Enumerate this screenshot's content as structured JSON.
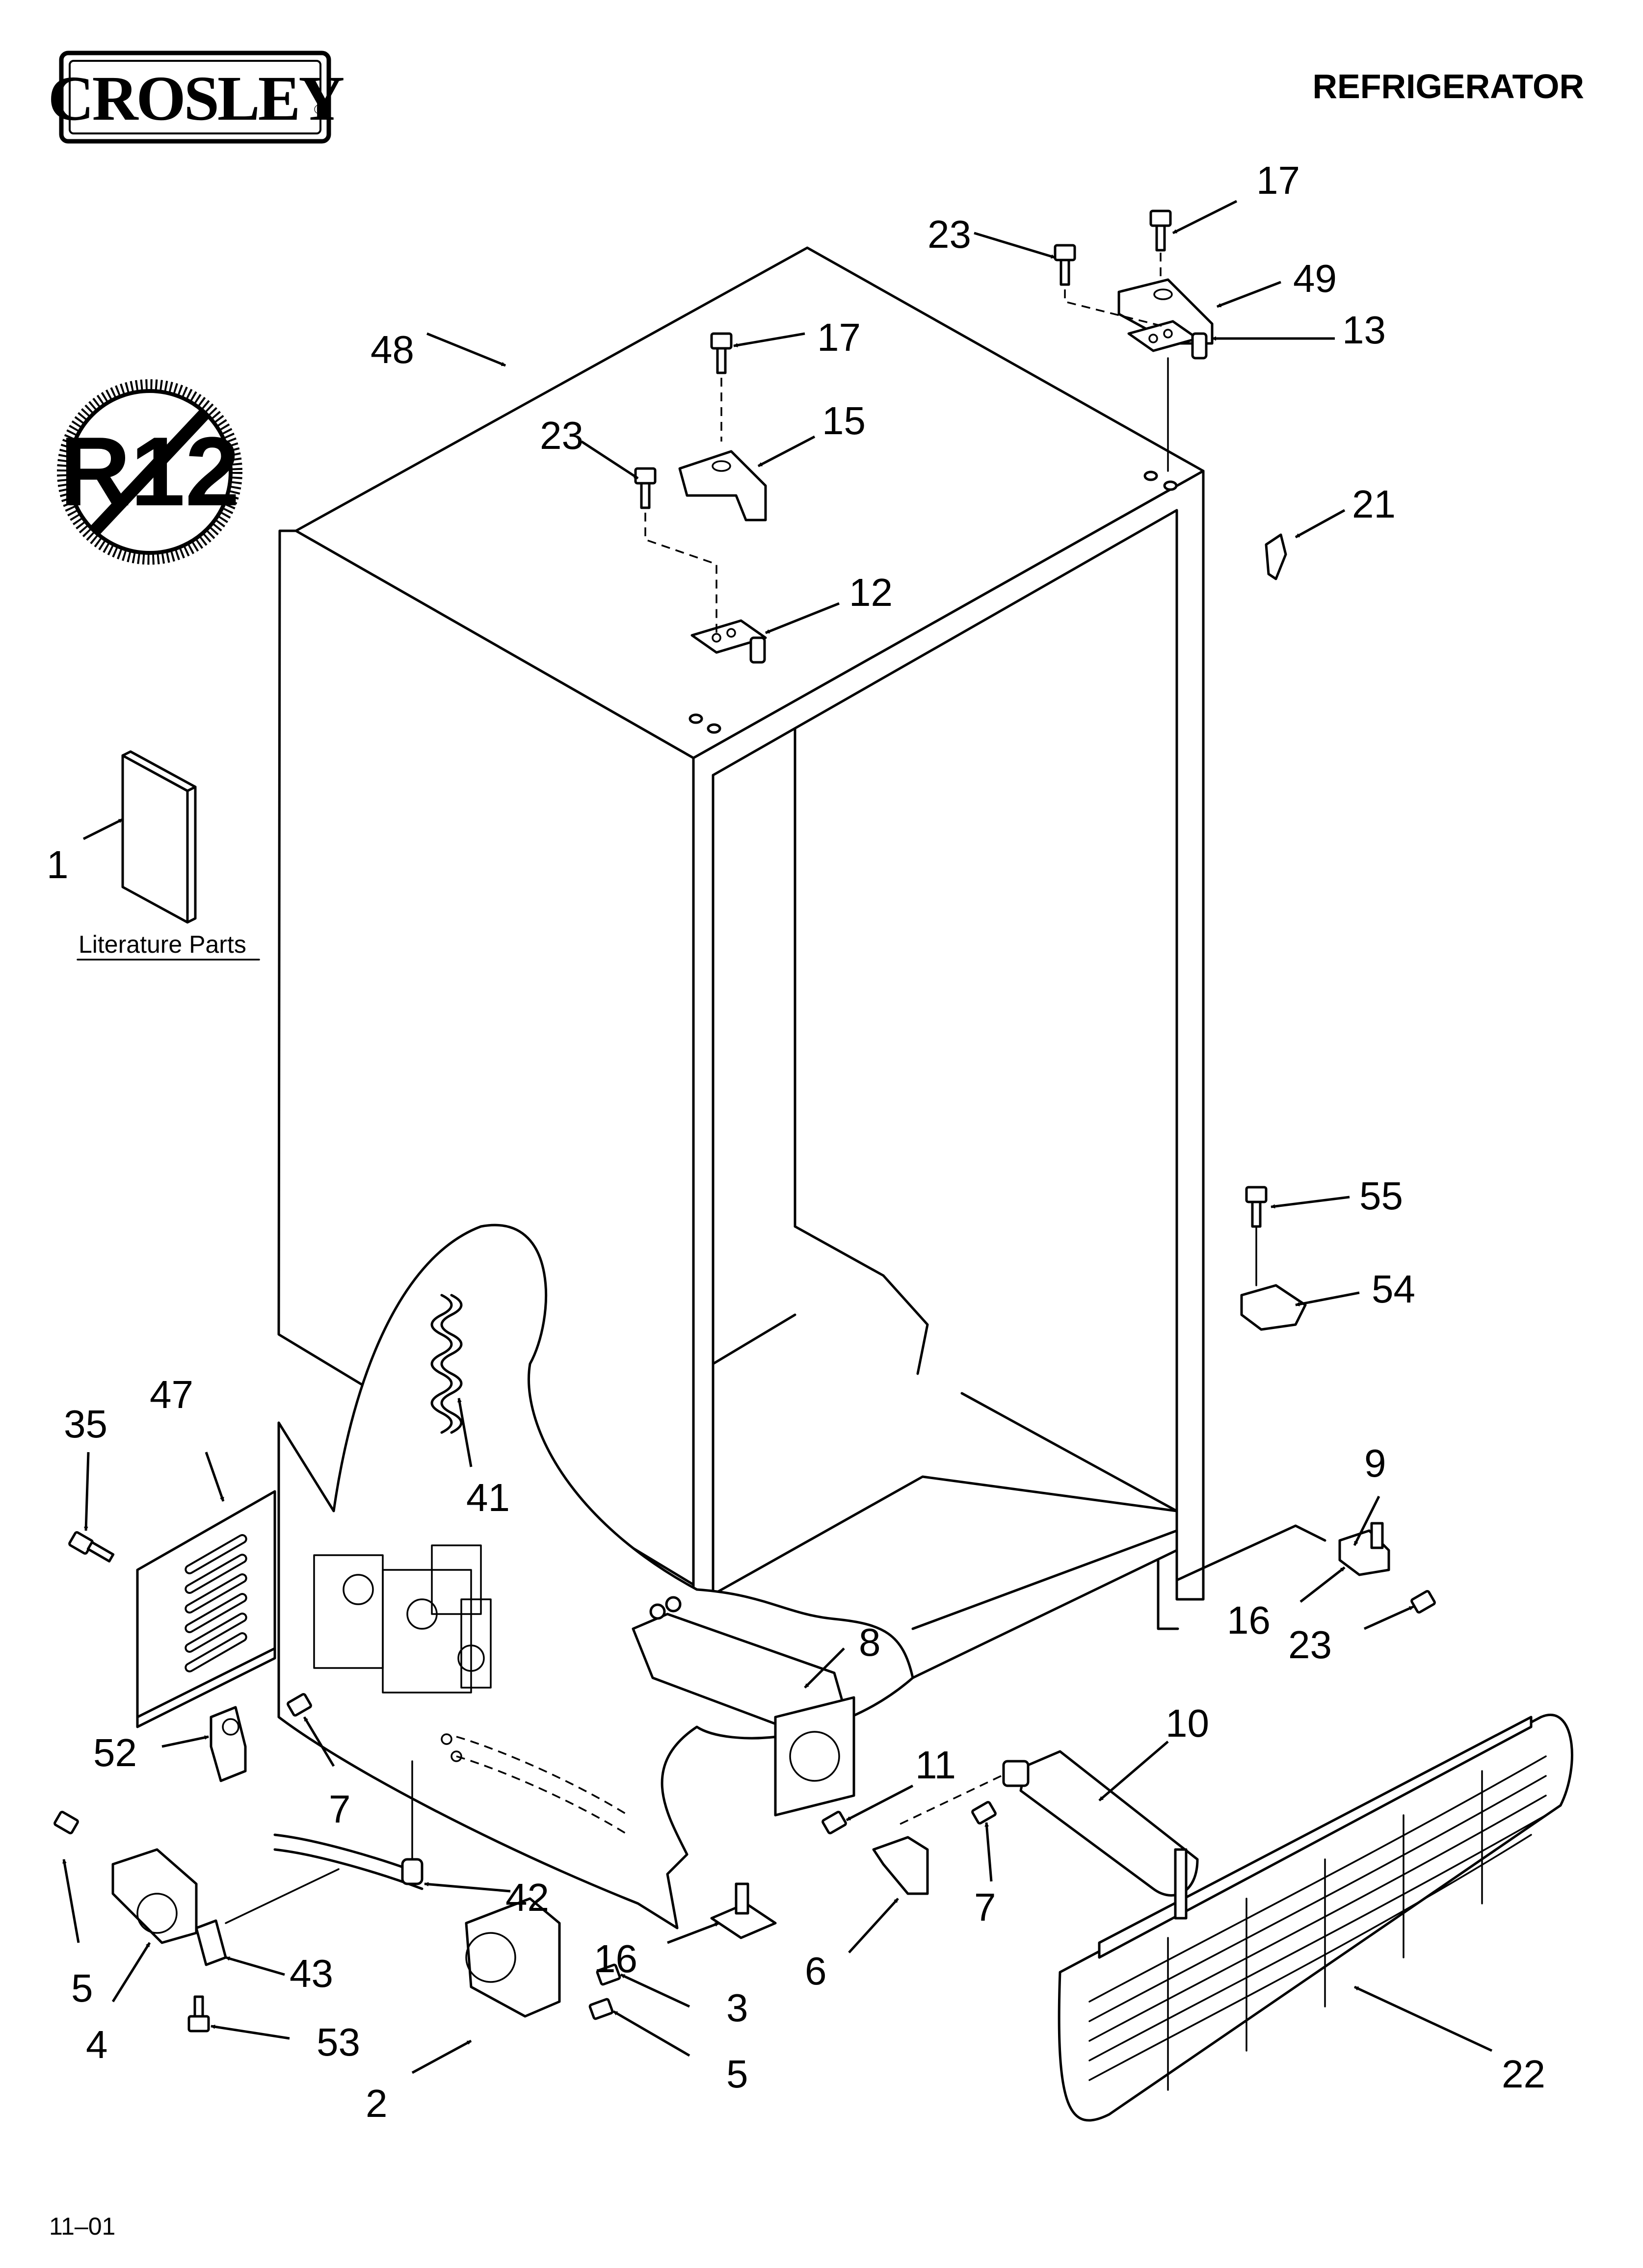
{
  "brand": {
    "name": "CROSLEY",
    "registered_mark": "®"
  },
  "title": "REFRIGERATOR",
  "badge": {
    "text": "R12"
  },
  "literature": {
    "label": "Literature Parts"
  },
  "footer": {
    "code": "11–01"
  },
  "callouts": {
    "c1": "1",
    "c2": "2",
    "c3": "3",
    "c4": "4",
    "c5a": "5",
    "c5b": "5",
    "c6": "6",
    "c7a": "7",
    "c7b": "7",
    "c8": "8",
    "c9": "9",
    "c10": "10",
    "c11": "11",
    "c12": "12",
    "c13": "13",
    "c15": "15",
    "c16a": "16",
    "c16b": "16",
    "c17a": "17",
    "c17b": "17",
    "c21": "21",
    "c22": "22",
    "c23a": "23",
    "c23b": "23",
    "c23c": "23",
    "c35": "35",
    "c41": "41",
    "c42": "42",
    "c43": "43",
    "c47": "47",
    "c48": "48",
    "c49": "49",
    "c52": "52",
    "c53": "53",
    "c54": "54",
    "c55": "55"
  }
}
